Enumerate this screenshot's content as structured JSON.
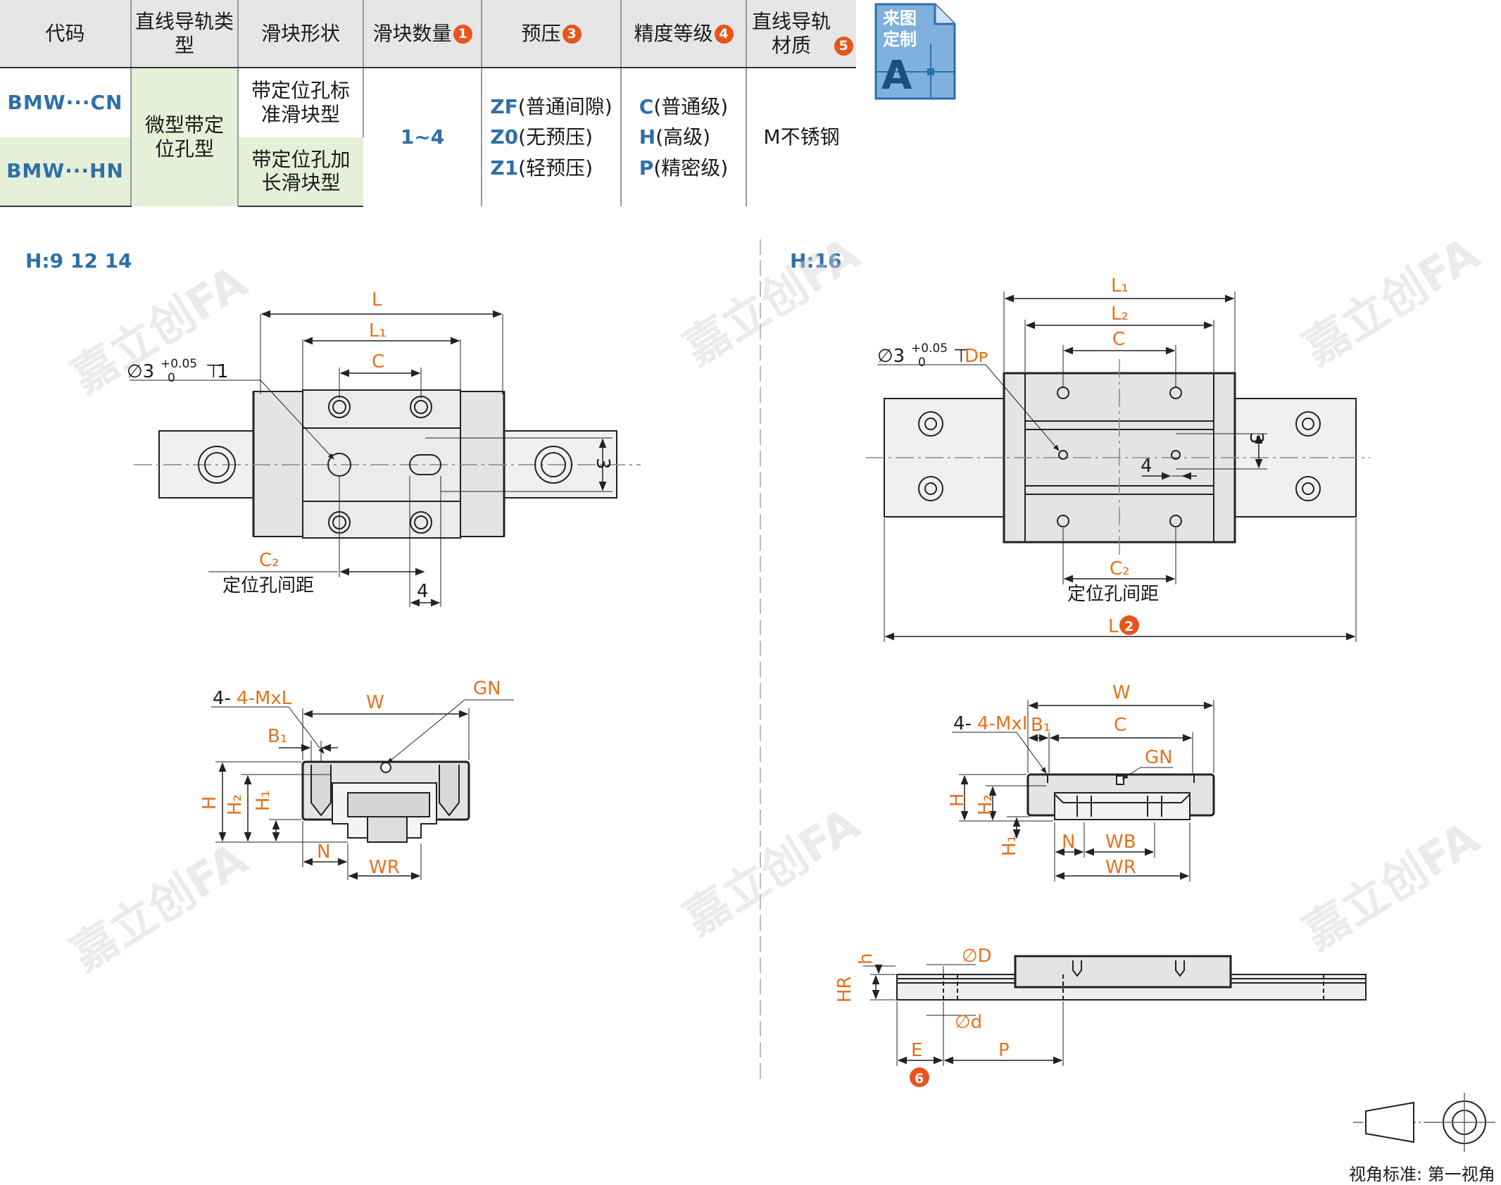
{
  "table": {
    "headers": [
      {
        "text": "代码",
        "badge": ""
      },
      {
        "text": "直线导轨类型",
        "badge": ""
      },
      {
        "text": "滑块形状",
        "badge": ""
      },
      {
        "text": "滑块数量",
        "badge": "1"
      },
      {
        "text": "预压",
        "badge": "3"
      },
      {
        "text": "精度等级",
        "badge": "4"
      },
      {
        "text": "直线导轨材质",
        "badge": "5"
      }
    ],
    "codes": [
      "BMW···CN",
      "BMW···HN"
    ],
    "rail_type": "微型带定位孔型",
    "block_shapes": [
      "带定位孔标准滑块型",
      "带定位孔加长滑块型"
    ],
    "block_qty": "1~4",
    "preload": [
      {
        "code": "ZF",
        "desc": "(普通间隙)"
      },
      {
        "code": "Z0",
        "desc": "(无预压)"
      },
      {
        "code": "Z1",
        "desc": "(轻预压)"
      }
    ],
    "accuracy": [
      {
        "code": "C",
        "desc": "(普通级)"
      },
      {
        "code": "H",
        "desc": "(高级)"
      },
      {
        "code": "P",
        "desc": "(精密级)"
      }
    ],
    "material": "M不锈钢"
  },
  "custom_badge": {
    "line1": "来图",
    "line2": "定制",
    "letter": "A"
  },
  "sections": {
    "left_heights": "H:9  12  14",
    "right_heights": "H:16"
  },
  "left_top": {
    "L": "L",
    "L1": "L₁",
    "C": "C",
    "C2": "C₂",
    "hole": "∅3",
    "tol_up": "+0.05",
    "tol_low": "0",
    "depth": "1",
    "three": "3",
    "four": "4",
    "pitch_label": "定位孔间距"
  },
  "left_bottom": {
    "MxL": "4-MxL",
    "W": "W",
    "GN": "GN",
    "B1": "B₁",
    "H": "H",
    "H2": "H₂",
    "H1": "H₁",
    "N": "N",
    "WR": "WR"
  },
  "right_top": {
    "L1": "L₁",
    "L2": "L₂",
    "C": "C",
    "C2": "C₂",
    "L": "L",
    "L_badge": "2",
    "hole": "∅3",
    "tol_up": "+0.05",
    "tol_low": "0",
    "depth": "Dᴘ",
    "three": "3",
    "four": "4",
    "pitch_label": "定位孔间距"
  },
  "right_mid": {
    "MxI": "4-MxI",
    "W": "W",
    "B1": "B₁",
    "C": "C",
    "GN": "GN",
    "H": "H",
    "H2": "H₂",
    "H1": "H₁",
    "N": "N",
    "WB": "WB",
    "WR": "WR"
  },
  "right_bottom": {
    "h": "h",
    "HR": "HR",
    "D": "∅D",
    "d": "∅d",
    "E": "E",
    "P": "P",
    "E_badge": "6"
  },
  "footer": {
    "projection": "视角标准: 第一视角"
  },
  "watermark": "嘉立创FA"
}
